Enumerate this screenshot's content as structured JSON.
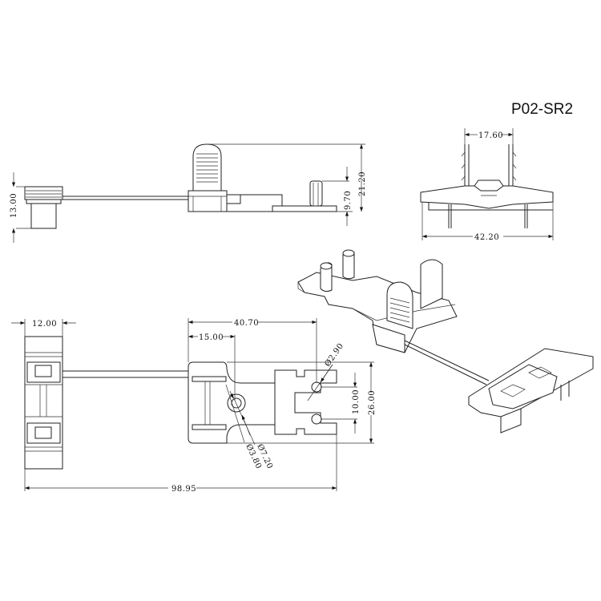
{
  "title": "P02-SR2",
  "side_view": {
    "height_left": "13.00",
    "post_height": "9.70",
    "total_height": "21.20"
  },
  "front_view": {
    "inner_width": "17.60",
    "outer_width": "42.20"
  },
  "top_view": {
    "left_width": "12.00",
    "body_length": "40.70",
    "hole_offset": "15.00",
    "pin_pitch": "10.00",
    "body_width": "26.00",
    "pin_diameter": "Ø2.90",
    "hole_outer_diameter": "Ø7.20",
    "hole_inner_diameter": "Ø3.80",
    "total_length": "98.95"
  }
}
